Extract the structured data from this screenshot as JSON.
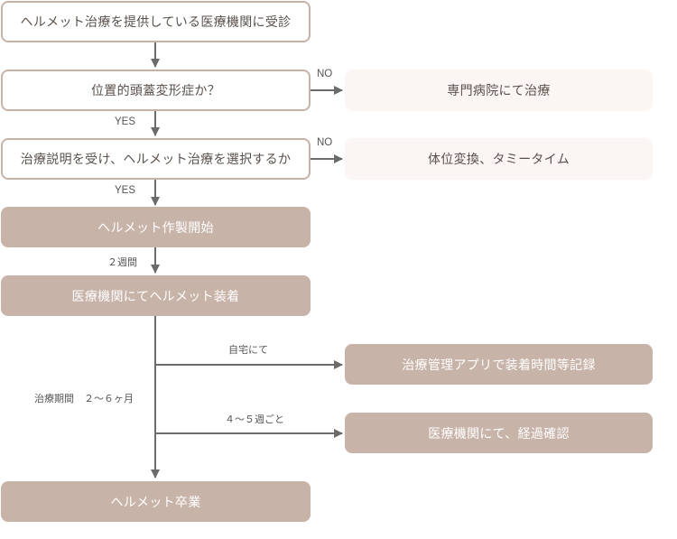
{
  "steps": {
    "visit": "ヘルメット治療を提供している医療機関に受診",
    "diagnosis": "位置的頭蓋変形症か？",
    "decision": "治療説明を受け、ヘルメット治療を選択するか",
    "start": "ヘルメット作製開始",
    "wear": "医療機関にてヘルメット装着",
    "graduate": "ヘルメット卒業"
  },
  "side": {
    "specialist": "専門病院にて治療",
    "positioning": "体位変換、タミータイム",
    "app_record": "治療管理アプリで装着時間等記録",
    "clinic_check": "医療機関にて、経過確認"
  },
  "labels": {
    "no1": "NO",
    "no2": "NO",
    "yes1": "YES",
    "yes2": "YES",
    "two_weeks": "２週間",
    "home": "自宅にて",
    "every_weeks": "４～５週ごと",
    "period": "治療期間　２～６ヶ月"
  },
  "colors": {
    "outline": "#c7b3a8",
    "fill": "#c8b3a8",
    "pale": "#fbf6f4",
    "arrow": "#6b6b6b"
  }
}
